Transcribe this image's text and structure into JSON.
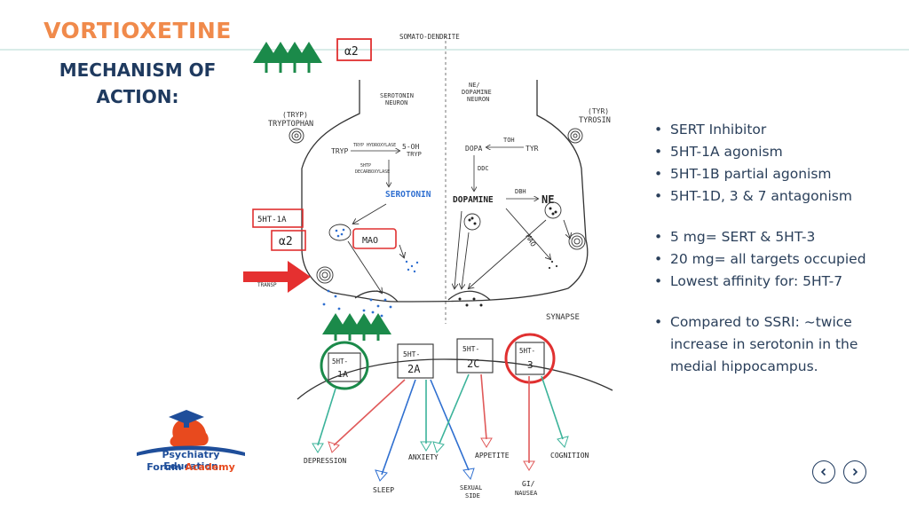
{
  "title": "VORTIOXETINE",
  "subtitle_line1": "MECHANISM OF",
  "subtitle_line2": "ACTION:",
  "bullets_group1": [
    "SERT Inhibitor",
    "5HT-1A agonism",
    "5HT-1B partial agonism",
    "5HT-1D, 3 & 7 antagonism"
  ],
  "bullets_group2": [
    "5 mg= SERT & 5HT-3",
    "20 mg= all targets occupied",
    "Lowest affinity for: 5HT-7"
  ],
  "bullets_group3": [
    "Compared to SSRI: ~twice increase in serotonin in the medial hippocampus."
  ],
  "logo": {
    "line1": "Psychiatry Education",
    "line2a": "Forum",
    "line2b": "Academy"
  },
  "diagram": {
    "somato": "SOMATO-DENDRITE",
    "alpha2_top": "α2",
    "serotonin_neuron_1": "SEROTONIN",
    "serotonin_neuron_2": "NEURON",
    "ne_neuron_1": "NE/",
    "ne_neuron_2": "DOPAMINE",
    "ne_neuron_3": "NEURON",
    "tryp_1": "(TRYP)",
    "tryp_2": "TRYPTOPHAN",
    "tyr_1": "(TYR)",
    "tyr_2": "TYROSIN",
    "tryp": "TRYP",
    "tryp_hydroxylase": "TRYP HYDROXYLASE",
    "oh_tryp_1": "5-OH",
    "oh_tryp_2": "TRYP",
    "htp_decarb_1": "5HTP",
    "htp_decarb_2": "DECARBOXYLASE",
    "serotonin": "SEROTONIN",
    "dopa": "DOPA",
    "toh": "TOH",
    "tyr": "TYR",
    "ddc": "DDC",
    "dopamine": "DOPAMINE",
    "dbh": "DBH",
    "ne": "NE",
    "ht1a_pre": "5HT-1A",
    "alpha2_pre": "α2",
    "mao_left": "MAO",
    "mao_right": "MAO",
    "transporter": "TRANSP",
    "synapse": "SYNAPSE",
    "r1a_1": "5HT-",
    "r1a_2": "1A",
    "r2a_1": "5HT-",
    "r2a_2": "2A",
    "r2c_1": "5HT-",
    "r2c_2": "2C",
    "r3_1": "5HT-",
    "r3_2": "3",
    "out_depression": "DEPRESSION",
    "out_sleep": "SLEEP",
    "out_anxiety": "ANXIETY",
    "out_sexual_1": "SEXUAL",
    "out_sexual_2": "SIDE",
    "out_appetite": "APPETITE",
    "out_gi_1": "GI/",
    "out_gi_2": "NAUSEA",
    "out_cognition": "COGNITION"
  },
  "colors": {
    "orange": "#f08a4b",
    "navy": "#1f3a5f",
    "green": "#1b8a4a",
    "red": "#e03030",
    "blue": "#2f6fd0",
    "teal": "#3bb39a",
    "pink": "#e05a5a"
  }
}
